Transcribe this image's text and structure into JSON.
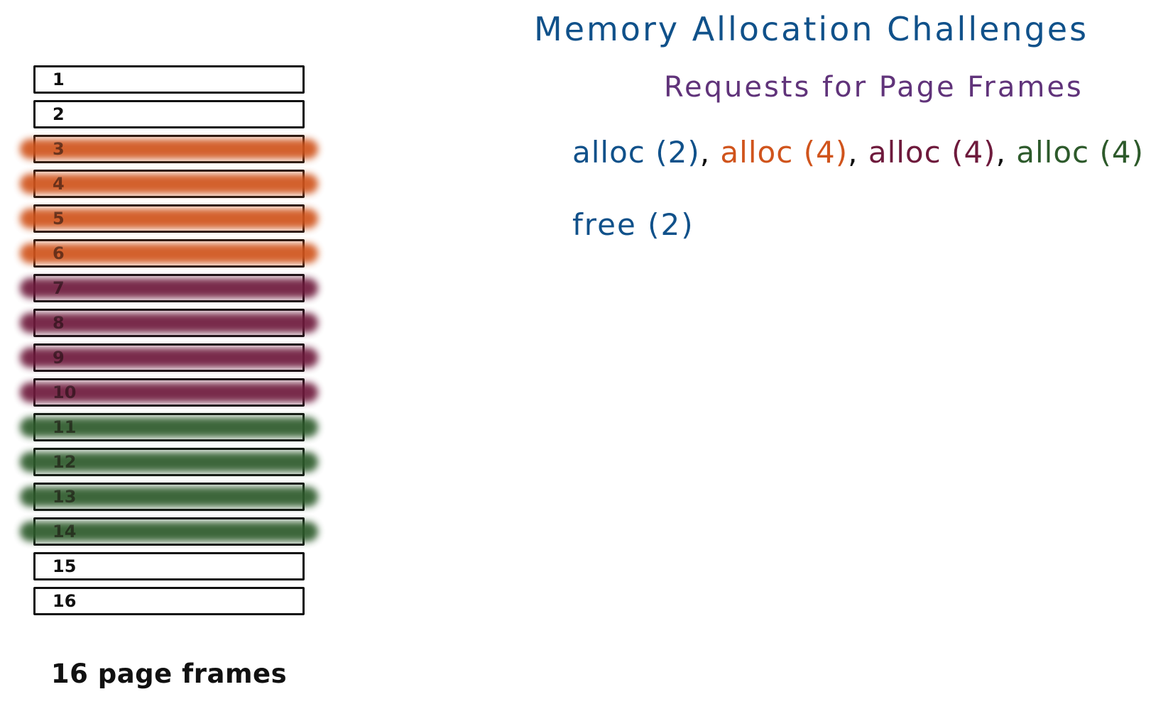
{
  "title": "Memory Allocation Challenges",
  "subtitle": "Requests for Page Frames",
  "requests": [
    {
      "text": "alloc (2)",
      "color": "#10518a"
    },
    {
      "text": "alloc (4)",
      "color": "#d0541c"
    },
    {
      "text": "alloc (4)",
      "color": "#6e1a3c"
    },
    {
      "text": "alloc (4)",
      "color": "#2d5a2b"
    }
  ],
  "free_request": "free (2)",
  "frames_caption": "16 page frames",
  "frames": [
    {
      "label": "1",
      "color": ""
    },
    {
      "label": "2",
      "color": ""
    },
    {
      "label": "3",
      "color": "#d0541c"
    },
    {
      "label": "4",
      "color": "#d0541c"
    },
    {
      "label": "5",
      "color": "#d0541c"
    },
    {
      "label": "6",
      "color": "#d0541c"
    },
    {
      "label": "7",
      "color": "#6e1a3c"
    },
    {
      "label": "8",
      "color": "#6e1a3c"
    },
    {
      "label": "9",
      "color": "#6e1a3c"
    },
    {
      "label": "10",
      "color": "#6e1a3c"
    },
    {
      "label": "11",
      "color": "#2d5a2b"
    },
    {
      "label": "12",
      "color": "#2d5a2b"
    },
    {
      "label": "13",
      "color": "#2d5a2b"
    },
    {
      "label": "14",
      "color": "#2d5a2b"
    },
    {
      "label": "15",
      "color": ""
    },
    {
      "label": "16",
      "color": ""
    }
  ]
}
